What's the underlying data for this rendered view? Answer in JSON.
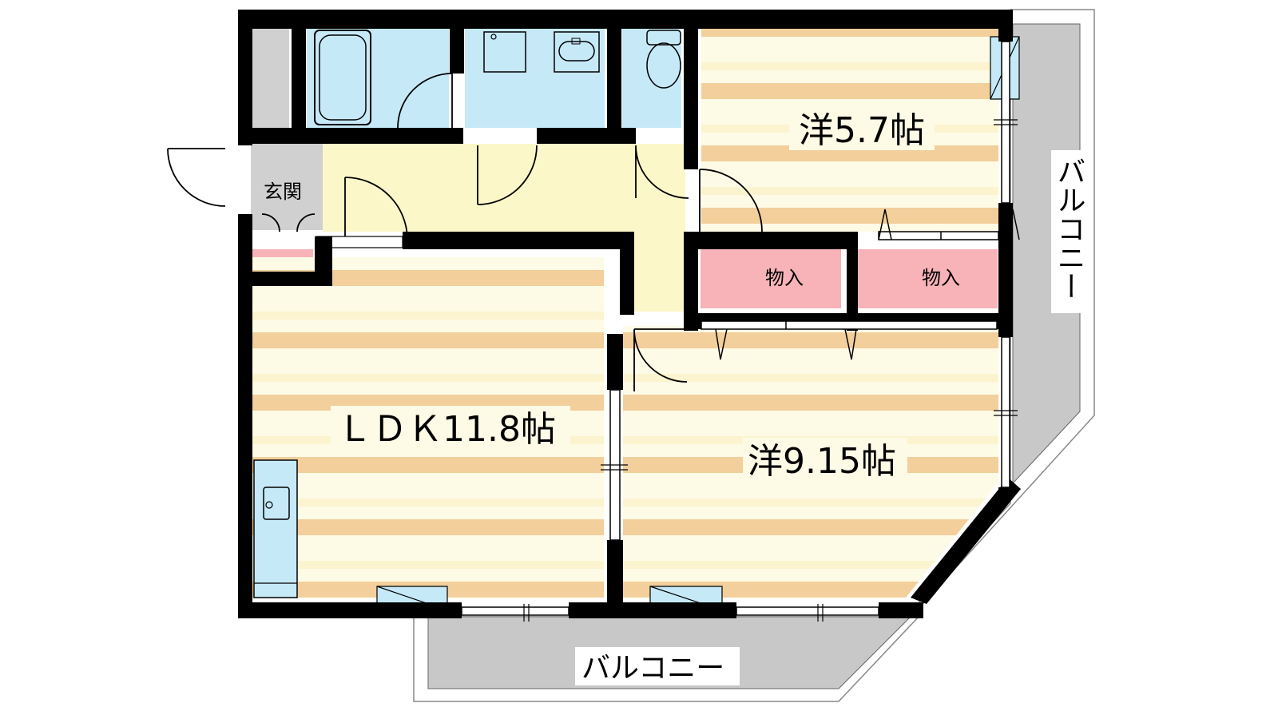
{
  "floorplan": {
    "rooms": {
      "western_small": {
        "name": "洋",
        "size": "5.7",
        "unit": "帖"
      },
      "western_large": {
        "name": "洋",
        "size": "9.15",
        "unit": "帖"
      },
      "ldk": {
        "name": "ＬＤＫ",
        "size": "11.8",
        "unit": "帖"
      }
    },
    "labels": {
      "western_small": "洋5.7帖",
      "western_large": "洋9.15帖",
      "ldk": "ＬＤＫ11.8帖",
      "entrance": "玄関",
      "storage_left": "物入",
      "storage_right": "物入",
      "balcony_side": "バルコニー",
      "balcony_bottom": "バルコニー"
    },
    "colors": {
      "wall": "#000000",
      "wet_area": "#c6e9f7",
      "hall": "#fbf7c8",
      "floor_stripe_light": "#fcf6d4",
      "floor_stripe_dark": "#f2cf9b",
      "storage": "#f7b3b8",
      "balcony": "#c8c8c8",
      "entry_floor": "#d0d0d0"
    }
  }
}
